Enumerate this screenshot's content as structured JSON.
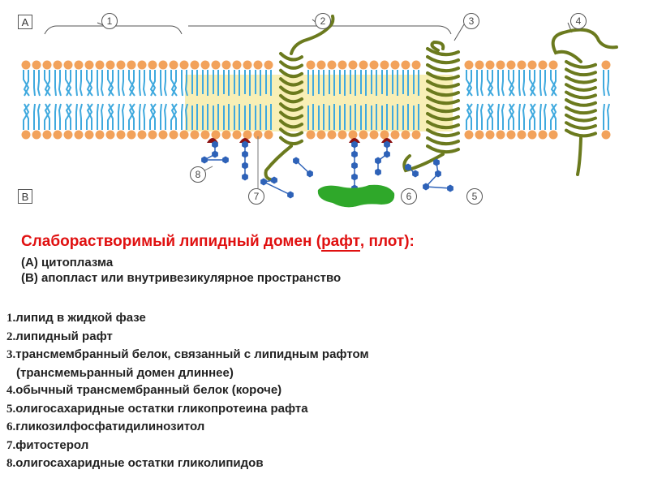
{
  "diagram": {
    "side_labels": {
      "top": "A",
      "bottom": "B"
    },
    "markers": [
      "1",
      "2",
      "3",
      "4",
      "5",
      "6",
      "7",
      "8"
    ],
    "colors": {
      "lipid_head": "#f2a25b",
      "lipid_tail": "#3fa9de",
      "raft_background": "#f8efb6",
      "protein_helix": "#6b7a1e",
      "oligosaccharide": "#2e62b8",
      "gpi_anchor": "#2fa82a",
      "sterol": "#8b1010"
    }
  },
  "caption": {
    "title_prefix": "Слаборастворимый липидный домен (",
    "title_underlined": "рафт",
    "title_suffix": ", плот):",
    "line_a": "(А) цитоплазма",
    "line_b": "(В) апопласт или внутривезикулярное пространство"
  },
  "legend": [
    {
      "num": "1.",
      "text": "липид в жидкой фазе"
    },
    {
      "num": "2.",
      "text": "липидный рафт"
    },
    {
      "num": "3.",
      "text": "трансмембранный белок, связанный с липидным рафтом",
      "cont": "(трансмемьранный домен длиннее)"
    },
    {
      "num": "4.",
      "text": "обычный трансмембранный белок (короче)"
    },
    {
      "num": "5.",
      "text": "олигосахаридные остатки гликопротеина рафта"
    },
    {
      "num": "6.",
      "text": "гликозилфосфатидилинозитол"
    },
    {
      "num": "7.",
      "text": "фитостерол"
    },
    {
      "num": "8.",
      "text": "олигосахаридные остатки гликолипидов"
    }
  ]
}
